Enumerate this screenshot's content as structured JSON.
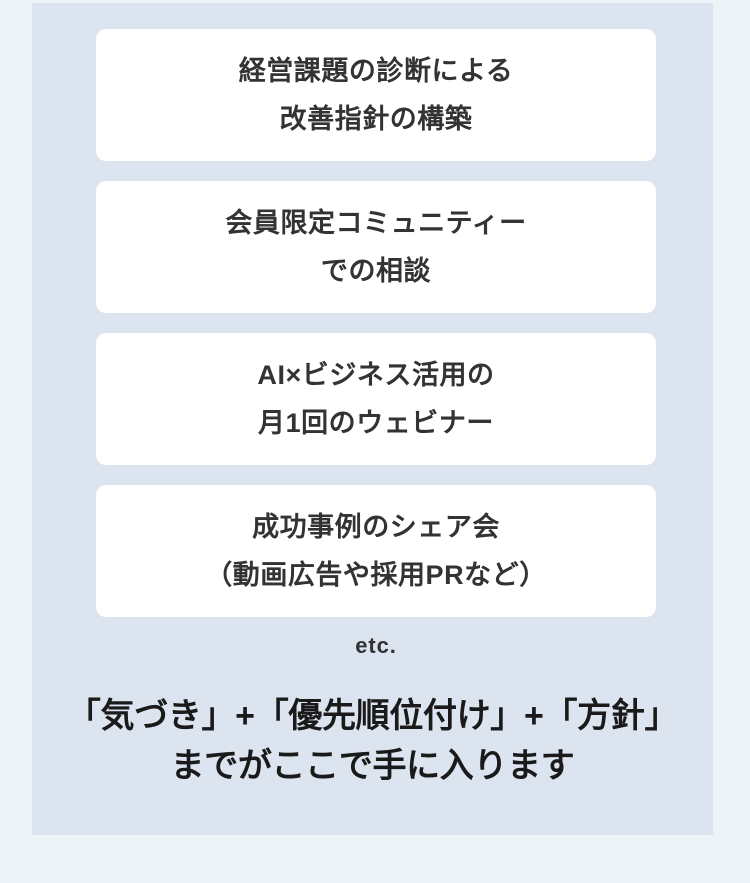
{
  "theme": {
    "page_background": "#eef3f8",
    "panel_background": "#dce4f0",
    "card_background": "#ffffff",
    "card_text_color": "#333333",
    "headline_text_color": "#1a1a1a"
  },
  "panel": {
    "cards": [
      {
        "text": "経営課題の診断による\n改善指針の構築"
      },
      {
        "text": "会員限定コミュニティー\nでの相談"
      },
      {
        "text": "AI×ビジネス活用の\n月1回のウェビナー"
      },
      {
        "text": "成功事例のシェア会\n（動画広告や採用PRなど）"
      }
    ],
    "etc_label": "etc.",
    "summary_headline": "「気づき」+「優先順位付け」+「方針」\nまでがここで手に入ります"
  }
}
